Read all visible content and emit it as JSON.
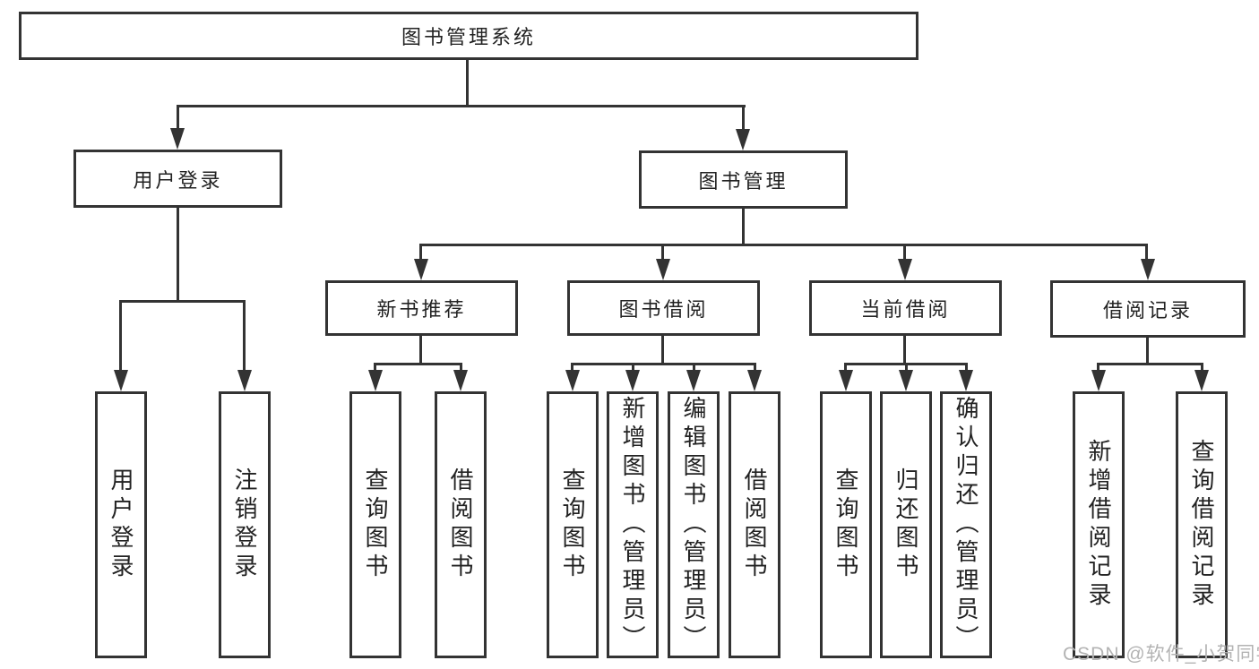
{
  "diagram": {
    "type": "hierarchy-tree",
    "root": {
      "label": "图书管理系统"
    },
    "level2": [
      {
        "label": "用户登录"
      },
      {
        "label": "图书管理"
      }
    ],
    "level3": [
      {
        "label": "新书推荐",
        "parent": "图书管理"
      },
      {
        "label": "图书借阅",
        "parent": "图书管理"
      },
      {
        "label": "当前借阅",
        "parent": "图书管理"
      },
      {
        "label": "借阅记录",
        "parent": "图书管理"
      }
    ],
    "leaves": [
      {
        "label": "用户登录",
        "parent": "用户登录"
      },
      {
        "label": "注销登录",
        "parent": "用户登录"
      },
      {
        "label": "查询图书",
        "parent": "新书推荐"
      },
      {
        "label": "借阅图书",
        "parent": "新书推荐"
      },
      {
        "label": "查询图书",
        "parent": "图书借阅"
      },
      {
        "label": "新增图书（管理员）",
        "parent": "图书借阅"
      },
      {
        "label": "编辑图书（管理员）",
        "parent": "图书借阅"
      },
      {
        "label": "借阅图书",
        "parent": "图书借阅"
      },
      {
        "label": "查询图书",
        "parent": "当前借阅"
      },
      {
        "label": "归还图书",
        "parent": "当前借阅"
      },
      {
        "label": "确认归还（管理员）",
        "parent": "当前借阅"
      },
      {
        "label": "新增借阅记录",
        "parent": "借阅记录"
      },
      {
        "label": "查询借阅记录",
        "parent": "借阅记录"
      }
    ],
    "colors": {
      "line": "#333333",
      "text": "#222222",
      "background": "#ffffff",
      "watermark": "#b3b3b3"
    }
  },
  "watermark": {
    "text": "CSDN @软件_小贺同学"
  }
}
